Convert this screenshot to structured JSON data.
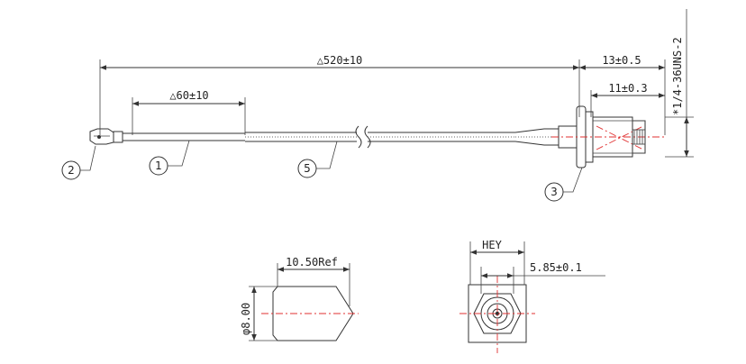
{
  "dimensions": {
    "overall_length": "△520±10",
    "strip_length": "△60±10",
    "connector_length": "13±0.5",
    "thread_length": "11±0.3",
    "thread_spec": "*1/4-36UNS-2",
    "boot_length": "10.50Ref",
    "boot_diameter": "φ8.00",
    "hex_label": "HEY",
    "hex_size": "5.85±0.1"
  },
  "callouts": [
    "1",
    "2",
    "3",
    "5"
  ]
}
